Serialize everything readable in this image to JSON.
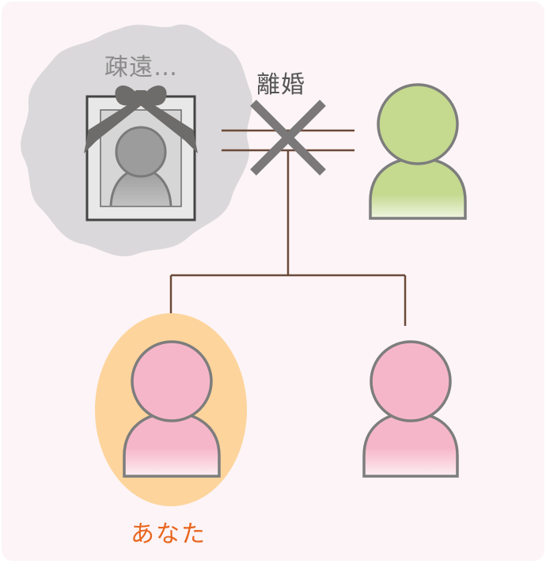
{
  "labels": {
    "estranged": "疎遠…",
    "divorce": "離婚",
    "you": "あなた"
  },
  "colors": {
    "background": "#fcf4f6",
    "estranged_cloud": "#dad8da",
    "line": "#6b4a3a",
    "divorce_x": "#7a7878",
    "ribbon": "#6e6c6a",
    "portrait_person": "#9c9c9c",
    "spouse_person": "#c5d98f",
    "child_person": "#f6b6c9",
    "you_highlight": "#fdd49c",
    "outline": "#7d7d7d",
    "you_text": "#e8661f"
  },
  "figures": {
    "estranged_parent": "deceased-portrait",
    "other_parent": "person",
    "you": "person",
    "sibling": "person"
  }
}
